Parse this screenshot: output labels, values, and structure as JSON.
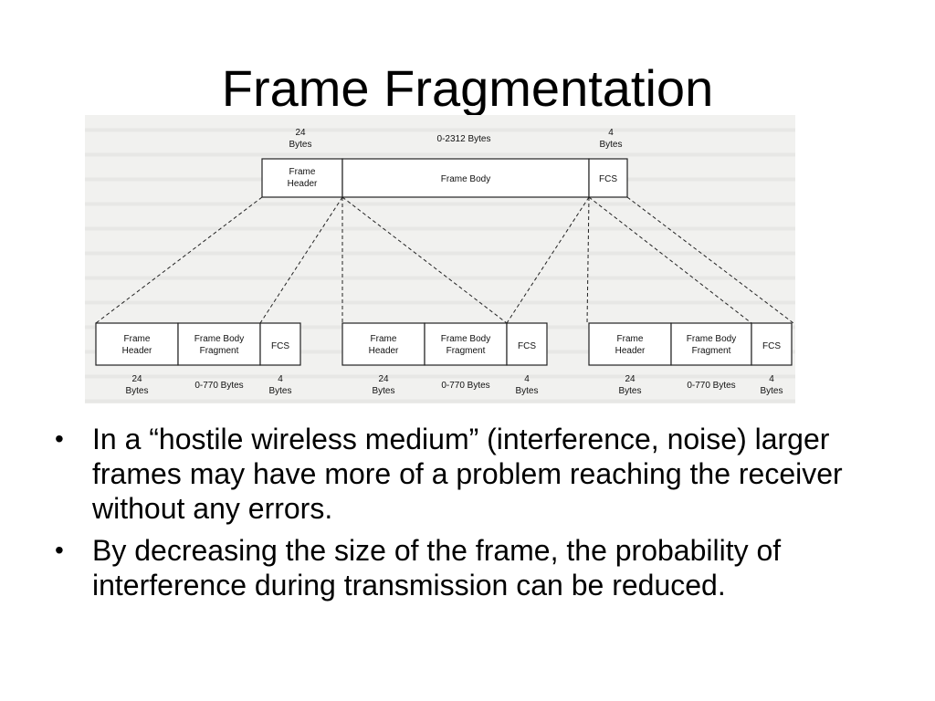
{
  "slide": {
    "title": "Frame Fragmentation"
  },
  "diagram": {
    "top_frame": {
      "header": {
        "label_line1": "Frame",
        "label_line2": "Header",
        "size_line1": "24",
        "size_line2": "Bytes"
      },
      "body": {
        "label": "Frame Body",
        "size": "0-2312 Bytes"
      },
      "fcs": {
        "label": "FCS",
        "size_line1": "4",
        "size_line2": "Bytes"
      }
    },
    "fragments": [
      {
        "header": {
          "label_line1": "Frame",
          "label_line2": "Header",
          "size_line1": "24",
          "size_line2": "Bytes"
        },
        "body": {
          "label_line1": "Frame Body",
          "label_line2": "Fragment",
          "size": "0-770 Bytes"
        },
        "fcs": {
          "label": "FCS",
          "size_line1": "4",
          "size_line2": "Bytes"
        }
      },
      {
        "header": {
          "label_line1": "Frame",
          "label_line2": "Header",
          "size_line1": "24",
          "size_line2": "Bytes"
        },
        "body": {
          "label_line1": "Frame Body",
          "label_line2": "Fragment",
          "size": "0-770 Bytes"
        },
        "fcs": {
          "label": "FCS",
          "size_line1": "4",
          "size_line2": "Bytes"
        }
      },
      {
        "header": {
          "label_line1": "Frame",
          "label_line2": "Header",
          "size_line1": "24",
          "size_line2": "Bytes"
        },
        "body": {
          "label_line1": "Frame Body",
          "label_line2": "Fragment",
          "size": "0-770 Bytes"
        },
        "fcs": {
          "label": "FCS",
          "size_line1": "4",
          "size_line2": "Bytes"
        }
      }
    ]
  },
  "bullets": [
    {
      "marker": "•",
      "text": "In a “hostile wireless medium” (interference, noise) larger frames may have more of a problem reaching the receiver without any errors."
    },
    {
      "marker": "•",
      "text": "By decreasing the size of the frame, the probability of interference during transmission can be reduced."
    }
  ]
}
